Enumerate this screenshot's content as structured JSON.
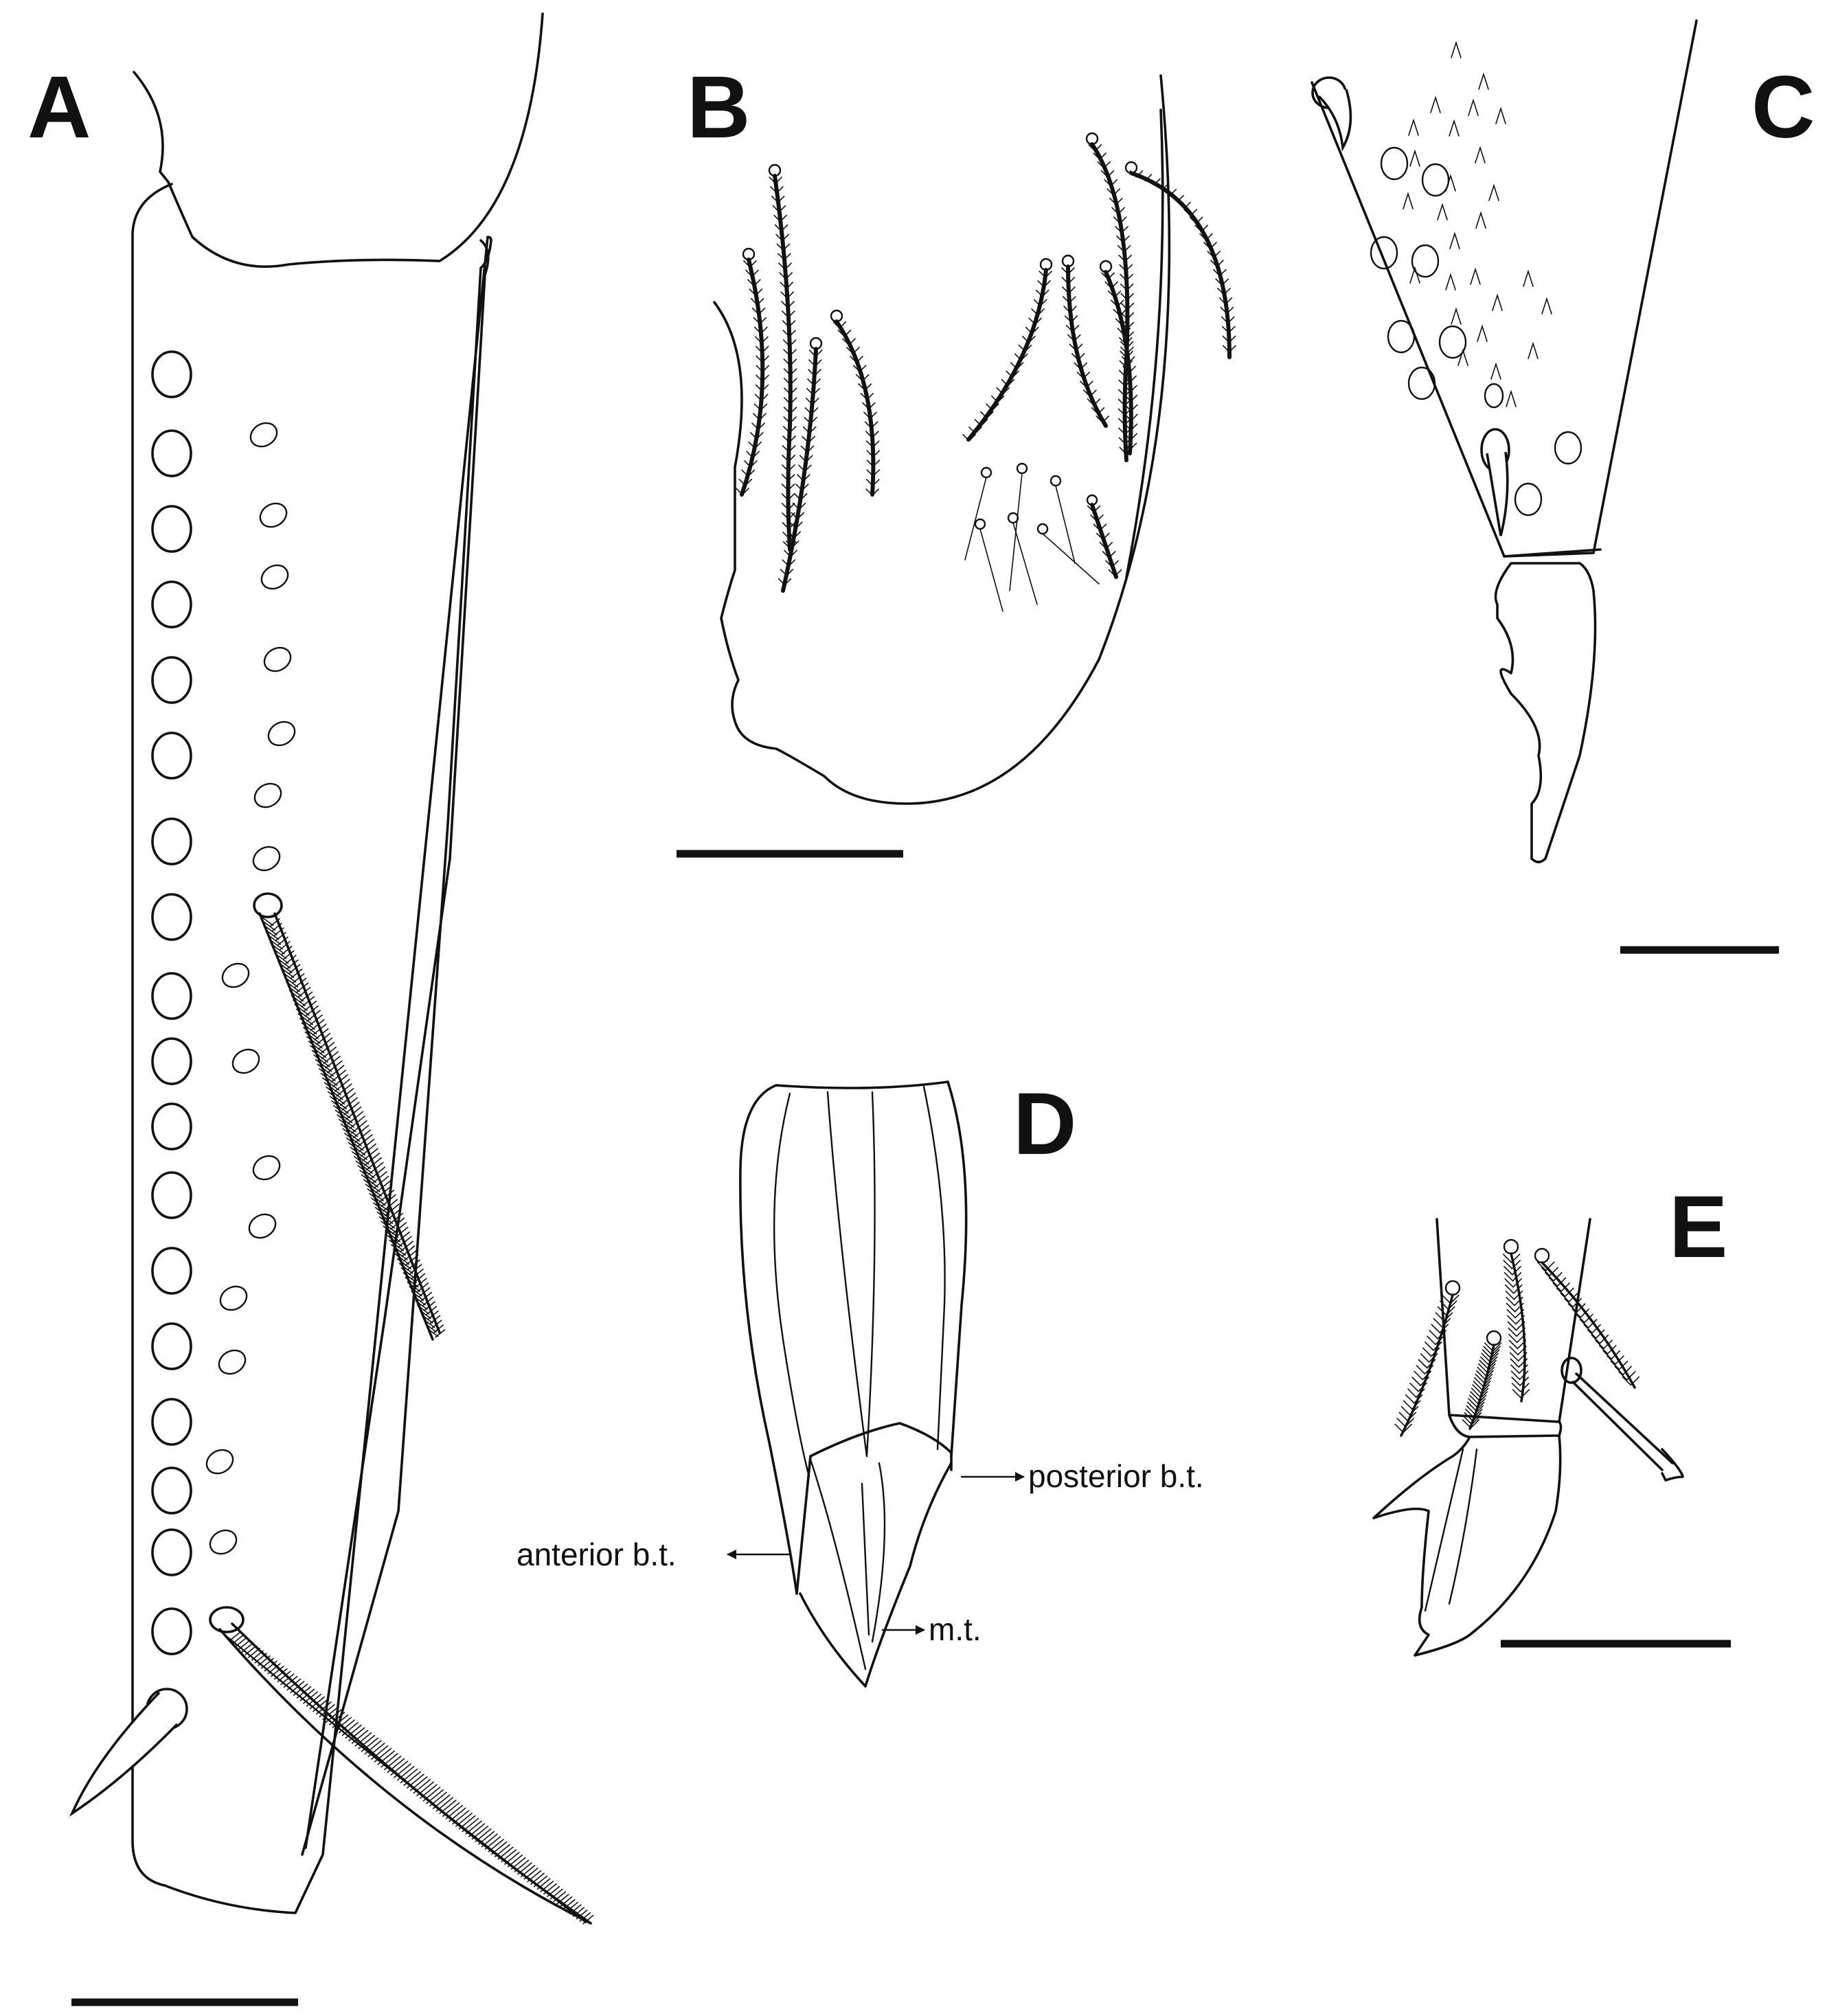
{
  "panels": {
    "a": {
      "label": "A"
    },
    "b": {
      "label": "B"
    },
    "c": {
      "label": "C"
    },
    "d": {
      "label": "D"
    },
    "e": {
      "label": "E"
    }
  },
  "annotations": {
    "posterior": "posterior b.t.",
    "anterior": "anterior b.t.",
    "median": "m.t."
  }
}
